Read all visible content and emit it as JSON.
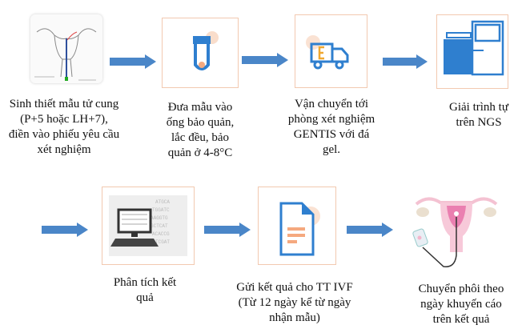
{
  "colors": {
    "arrow": "#4a86c8",
    "icon_blue": "#2f7fcf",
    "accent_orange": "#f5a97f",
    "box_border": "#f2c9b0"
  },
  "steps": [
    {
      "icon": "endometrial-biopsy-image",
      "label_lines": [
        "Sinh thiết mẫu tử cung",
        "(P+5 hoặc LH+7),",
        "điền vào phiếu yêu cầu",
        "xét nghiệm"
      ]
    },
    {
      "icon": "sample-tube-icon",
      "label_lines": [
        "Đưa mẫu vào",
        "ống bảo quản,",
        "lắc đều, bảo",
        "quản ở 4-8°C"
      ]
    },
    {
      "icon": "delivery-truck-icon",
      "label_lines": [
        "Vận chuyển tới",
        "phòng xét nghiệm",
        "GENTIS với đá",
        "gel."
      ]
    },
    {
      "icon": "sequencer-icon",
      "label_lines": [
        "Giải trình tự",
        "trên NGS"
      ]
    },
    {
      "icon": "computer-analysis-icon",
      "label_lines": [
        "Phân tích kết",
        "quả"
      ]
    },
    {
      "icon": "report-document-icon",
      "label_lines": [
        "Gửi kết quả cho TT IVF",
        "(Từ 12 ngày kể từ ngày",
        "nhận mẫu)"
      ]
    },
    {
      "icon": "embryo-transfer-image",
      "label_lines": [
        "Chuyển phôi theo",
        "ngày khuyến cáo",
        "trên kết quả"
      ]
    }
  ]
}
